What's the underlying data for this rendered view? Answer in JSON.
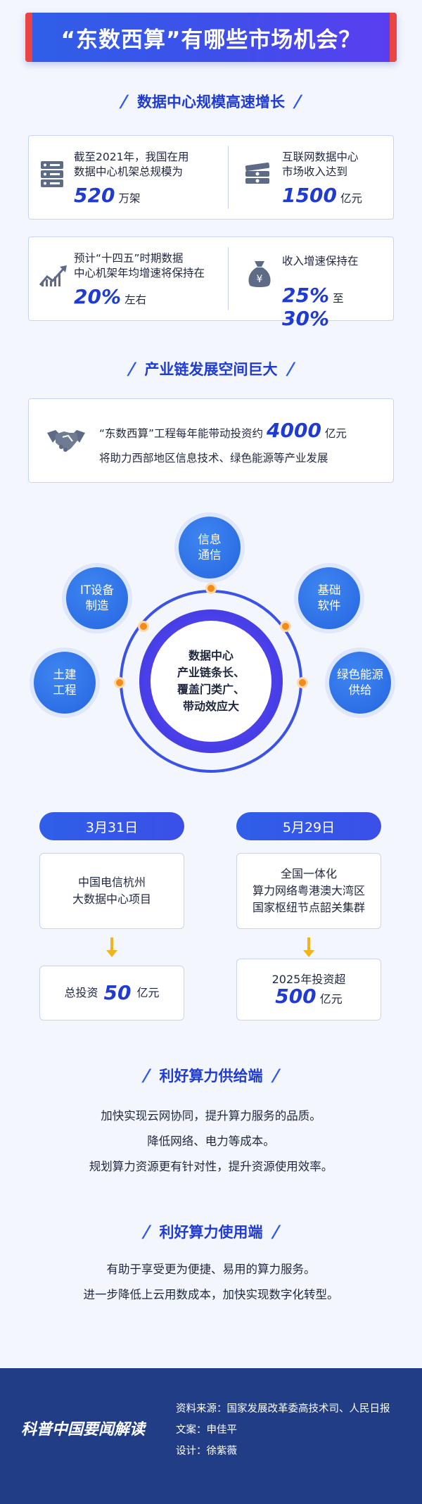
{
  "title": "“东数西算”有哪些市场机会？",
  "section1": {
    "heading": "数据中心规模高速增长",
    "card1": {
      "left": {
        "line1": "截至2021年，我国在用",
        "line2": "数据中心机架总规模为",
        "value": "520",
        "unit": "万架",
        "icon": "server-rack-icon"
      },
      "right": {
        "line1": "互联网数据中心",
        "line2": "市场收入达到",
        "value": "1500",
        "unit": "亿元",
        "icon": "money-stack-icon"
      }
    },
    "card2": {
      "left": {
        "line1": "预计“十四五”时期数据",
        "line2": "中心机架年均增速将保持在",
        "value": "20%",
        "unit": "左右",
        "icon": "trend-chart-icon"
      },
      "right": {
        "line1": "收入增速保持在",
        "value_low": "25%",
        "connector": "至",
        "value_high": "30%",
        "icon": "money-bag-icon"
      }
    }
  },
  "section2": {
    "heading": "产业链发展空间巨大",
    "invest": {
      "line1_pre": "“东数西算”工程每年能带动投资约",
      "line1_value": "4000",
      "line1_unit": "亿元",
      "line2": "将助力西部地区信息技术、绿色能源等产业发展",
      "icon": "handshake-icon"
    },
    "diagram": {
      "core_line1": "数据中心",
      "core_line2": "产业链条长、",
      "core_line3": "覆盖门类广、",
      "core_line4": "带动效应大",
      "bubbles": [
        {
          "l1": "信息",
          "l2": "通信"
        },
        {
          "l1": "IT设备",
          "l2": "制造"
        },
        {
          "l1": "基础",
          "l2": "软件"
        },
        {
          "l1": "土建",
          "l2": "工程"
        },
        {
          "l1": "绿色能源",
          "l2": "供给"
        }
      ]
    }
  },
  "timeline": {
    "left": {
      "date": "3月31日",
      "project_l1": "中国电信杭州",
      "project_l2": "大数据中心项目",
      "invest_pre": "总投资",
      "invest_value": "50",
      "invest_unit": "亿元"
    },
    "right": {
      "date": "5月29日",
      "project_l1": "全国一体化",
      "project_l2": "算力网络粤港澳大湾区",
      "project_l3": "国家枢纽节点韶关集群",
      "invest_pre": "2025年投资超",
      "invest_value": "500",
      "invest_unit": "亿元"
    },
    "arrow_color": "#f2b41c"
  },
  "supply": {
    "heading": "利好算力供给端",
    "lines": [
      "加快实现云网协同，提升算力服务的品质。",
      "降低网络、电力等成本。",
      "规划算力资源更有针对性，提升资源使用效率。"
    ]
  },
  "demand": {
    "heading": "利好算力使用端",
    "lines": [
      "有助于享受更为便捷、易用的算力服务。",
      "进一步降低上云用数成本，加快实现数字化转型。"
    ]
  },
  "footer": {
    "logo": "科普中国要闻解读",
    "source": "资料来源：国家发展改革委高技术司、人民日报",
    "copy": "文案：申佳平",
    "design": "设计：徐紫薇"
  },
  "colors": {
    "accent": "#1f3bd1",
    "banner_start": "#2f5fe8",
    "banner_end": "#5b3df0",
    "banner_edge": "#e94545",
    "footer_bg": "#213d86",
    "dot": "#f28a1c"
  }
}
